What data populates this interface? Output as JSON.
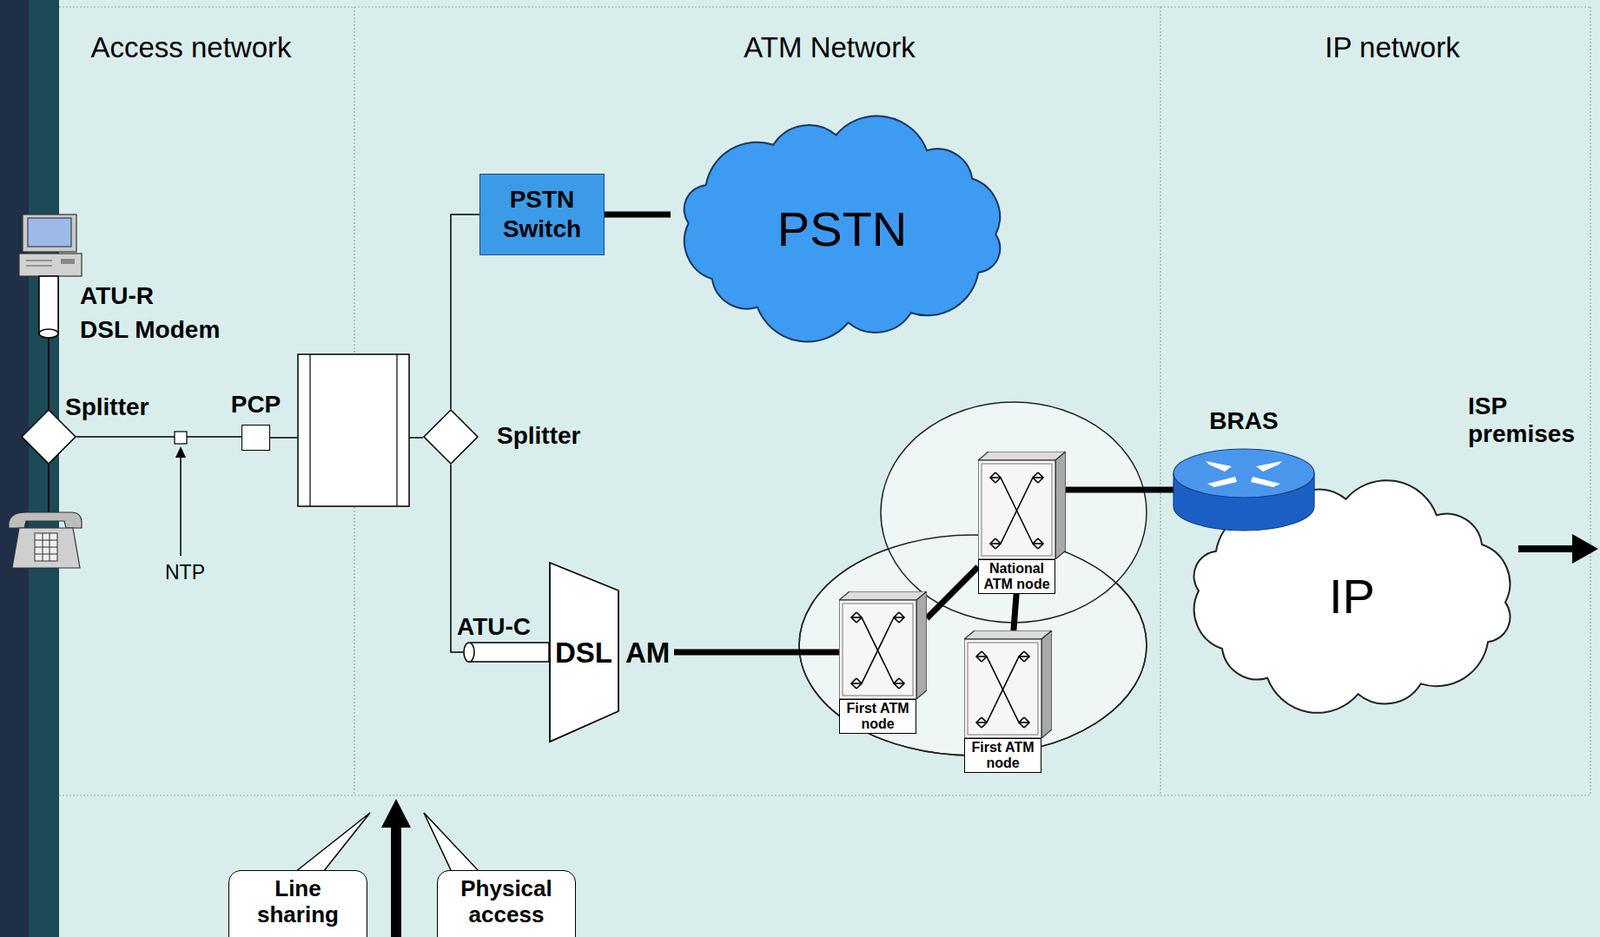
{
  "diagram": {
    "nodes": [
      {
        "text": [
          "PSTN Switch"
        ]
      },
      {
        "text": [
          "PSTN"
        ]
      },
      {
        "text": [
          "Splitter"
        ]
      },
      {
        "text": [
          "PCP"
        ]
      },
      {
        "text": [
          "Splitter"
        ]
      },
      {
        "text": [
          "BRAS"
        ]
      },
      {
        "text": [
          "National ATM node"
        ]
      },
      {
        "text": [
          "First ATM node"
        ]
      },
      {
        "text": [
          "IP"
        ]
      },
      {
        "text": [
          "DSL",
          "AM"
        ]
      },
      {
        "text": [
          "First ATM node"
        ]
      },
      {
        "text": [
          "Line sharing"
        ]
      },
      {
        "text": [
          "Physical access"
        ]
      }
    ],
    "edges": [
      {
        "from": 2,
        "to": 3,
        "arrow": "none"
      },
      {
        "from": 3,
        "to": 4,
        "arrow": "none"
      },
      {
        "from": 4,
        "to": 0,
        "arrow": "none"
      },
      {
        "from": 0,
        "to": 1,
        "arrow": "none"
      },
      {
        "from": 4,
        "to": 9,
        "arrow": "none"
      },
      {
        "from": 9,
        "to": 7,
        "arrow": "none"
      },
      {
        "from": 7,
        "to": 6,
        "arrow": "none"
      },
      {
        "from": 6,
        "to": 10,
        "arrow": "none"
      },
      {
        "from": 6,
        "to": 5,
        "arrow": "none"
      }
    ],
    "labels": [
      "Access network",
      "ATM Network",
      "IP network",
      "ATU-R",
      "DSL Modem",
      "NTP",
      "ATU-C",
      "ISP premises"
    ]
  }
}
